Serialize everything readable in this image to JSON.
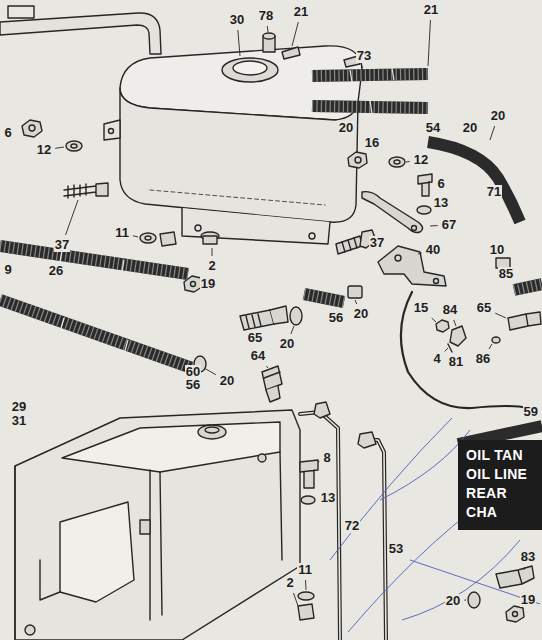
{
  "diagram": {
    "nodes": [
      {
        "text": [
          "OIL TAN OIL LINE REAR CHA"
        ]
      }
    ],
    "labels": [
      "30",
      "78",
      "21",
      "73",
      "21",
      "6",
      "12",
      "20",
      "54",
      "20",
      "20",
      "16",
      "12",
      "71",
      "37",
      "6",
      "13",
      "67",
      "11",
      "2",
      "37",
      "40",
      "9",
      "26",
      "19",
      "10",
      "65",
      "85",
      "20",
      "56",
      "15",
      "84",
      "65",
      "60",
      "56",
      "20",
      "64",
      "4",
      "81",
      "86",
      "29",
      "31",
      "59",
      "8",
      "13",
      "72",
      "53",
      "11",
      "2",
      "83",
      "20",
      "19",
      "20"
    ]
  }
}
